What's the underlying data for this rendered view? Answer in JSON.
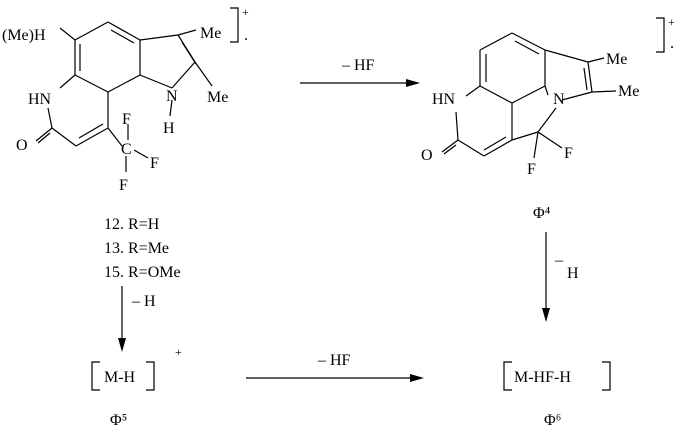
{
  "molecule_left": {
    "substituent_top": "(Me)H",
    "nh_ring": "HN",
    "carbonyl_o": "O",
    "indole_n": "N",
    "indole_h": "H",
    "me_top": "Me",
    "me_right": "Me",
    "f1": "F",
    "f2": "F",
    "f3": "F",
    "c_label": "C",
    "charge": "+",
    "radical": "."
  },
  "molecule_right": {
    "nh_ring": "HN",
    "carbonyl_o": "O",
    "ring_n": "N",
    "me_top": "Me",
    "me_right": "Me",
    "f1": "F",
    "f2": "F",
    "charge": "+",
    "radical": "."
  },
  "compounds": [
    "12. R=H",
    "13. R=Me",
    "15. R=OMe"
  ],
  "arrows": {
    "top_horizontal": "– HF",
    "left_vertical": "– H",
    "right_vertical_minus": "–",
    "right_vertical_h": "H",
    "bottom_horizontal": "– HF"
  },
  "fragments": {
    "phi4": "Φ⁴",
    "phi5": "Φ⁵",
    "phi6": "Φ⁶",
    "m_h": "M-H",
    "m_h_charge": "+",
    "m_hf_h": "M-HF-H"
  }
}
